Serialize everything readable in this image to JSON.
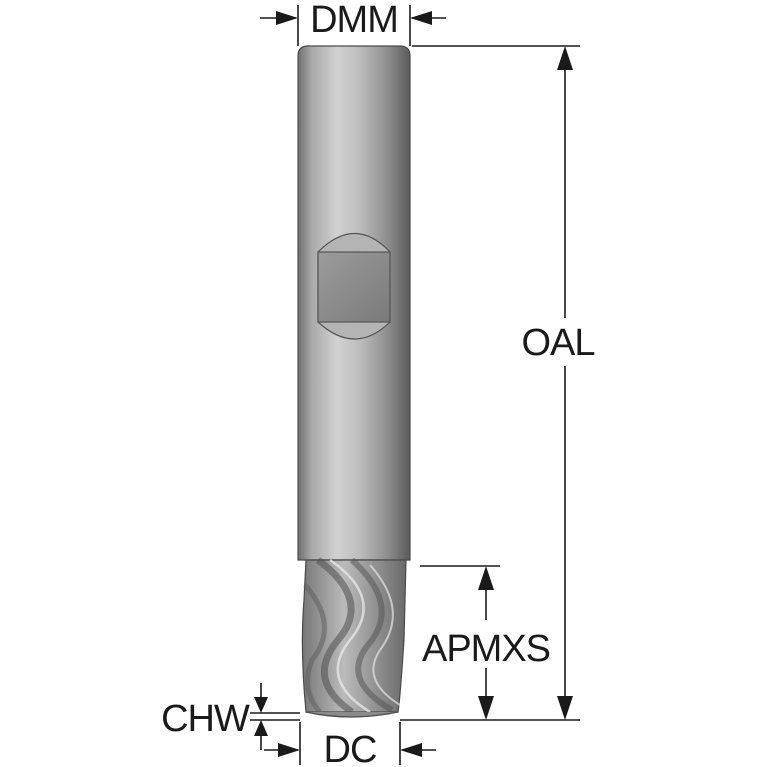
{
  "labels": {
    "dmm": "DMM",
    "oal": "OAL",
    "apmxs": "APMXS",
    "chw": "CHW",
    "dc": "DC"
  },
  "colors": {
    "ink": "#1a1a1a",
    "tool_light": "#c9c9c9",
    "tool_mid": "#9a9a9a",
    "tool_dark": "#5e5e5e"
  }
}
